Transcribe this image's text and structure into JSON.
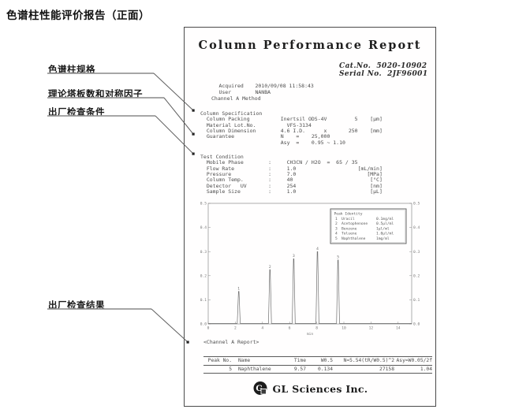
{
  "page": {
    "heading": "色谱柱性能评价报告（正面）",
    "callouts": [
      {
        "label": "色谱柱规格"
      },
      {
        "label": "理论塔板数和对称因子"
      },
      {
        "label": "出厂检查条件"
      },
      {
        "label": "出厂检查结果"
      }
    ]
  },
  "report": {
    "title": "Column Performance Report",
    "cat_no_label": "Cat.No.",
    "cat_no": "5020-10902",
    "serial_no_label": "Serial No.",
    "serial_no": "2JF96001",
    "acquired_label": "Acquired",
    "acquired": "2010/09/08 11:58:43",
    "user_label": "User",
    "user": "NANBA",
    "channel_method": "Channel A Method",
    "spec": {
      "title": "Column Specification",
      "lines": [
        "  Column Packing          Inertsil ODS-4V         5    [μm]",
        "  Material Lot.No.          VFS-3134",
        "  Column Dimension        4.6 I.D.      x       250    [mm]",
        "  Guarantee               N    =    25,000",
        "                          Asy  =    0.95 ~ 1.10"
      ]
    },
    "condition": {
      "title": "Test Condition",
      "lines": [
        "  Mobile Phase        :     CH3CN / H2O  =  65 / 35",
        "  Flow Rate           :     1.0                    [mL/min]",
        "  Pressure            :     7.0                       [MPa]",
        "  Column Temp.        :     40                         [°C]",
        "  Detector   UV       :     254                        [nm]",
        "  Sample Size         :     1.0                        [μL]"
      ]
    },
    "channel_report_caption": "<Channel A Report>",
    "result_table": {
      "headers": [
        "Peak No.",
        "Name",
        "Time",
        "W0.5",
        "N=5.54(tR/W0.5)^2",
        "Asy=W0.05/2f"
      ],
      "rows": [
        [
          "5",
          "Naphthalene",
          "9.57",
          "0.134",
          "27158",
          "1.04"
        ]
      ]
    },
    "footer_brand": "GL Sciences Inc."
  },
  "chart_data": {
    "type": "line",
    "title": "",
    "xlabel": "min",
    "ylabel": "",
    "xlim": [
      0,
      15
    ],
    "ylim": [
      0.0,
      0.5
    ],
    "xticks": [
      0,
      2,
      4,
      6,
      8,
      10,
      12,
      14
    ],
    "yticks": [
      0.0,
      0.1,
      0.2,
      0.3,
      0.4,
      0.5
    ],
    "grid": false,
    "legend_position": "top-right",
    "legend_title": "Peak Identity",
    "peaks": [
      {
        "label": "1",
        "x": 2.25,
        "height": 0.135,
        "name": "Uracil",
        "conc": "0.1mg/ml"
      },
      {
        "label": "2",
        "x": 4.55,
        "height": 0.225,
        "name": "Acetophenone",
        "conc": "0.5μl/ml"
      },
      {
        "label": "3",
        "x": 6.3,
        "height": 0.27,
        "name": "Benzene",
        "conc": "1μl/ml"
      },
      {
        "label": "4",
        "x": 8.05,
        "height": 0.3,
        "name": "Toluene",
        "conc": "1.0μl/ml"
      },
      {
        "label": "5",
        "x": 9.57,
        "height": 0.265,
        "name": "Naphthalene",
        "conc": "1mg/ml"
      }
    ]
  }
}
